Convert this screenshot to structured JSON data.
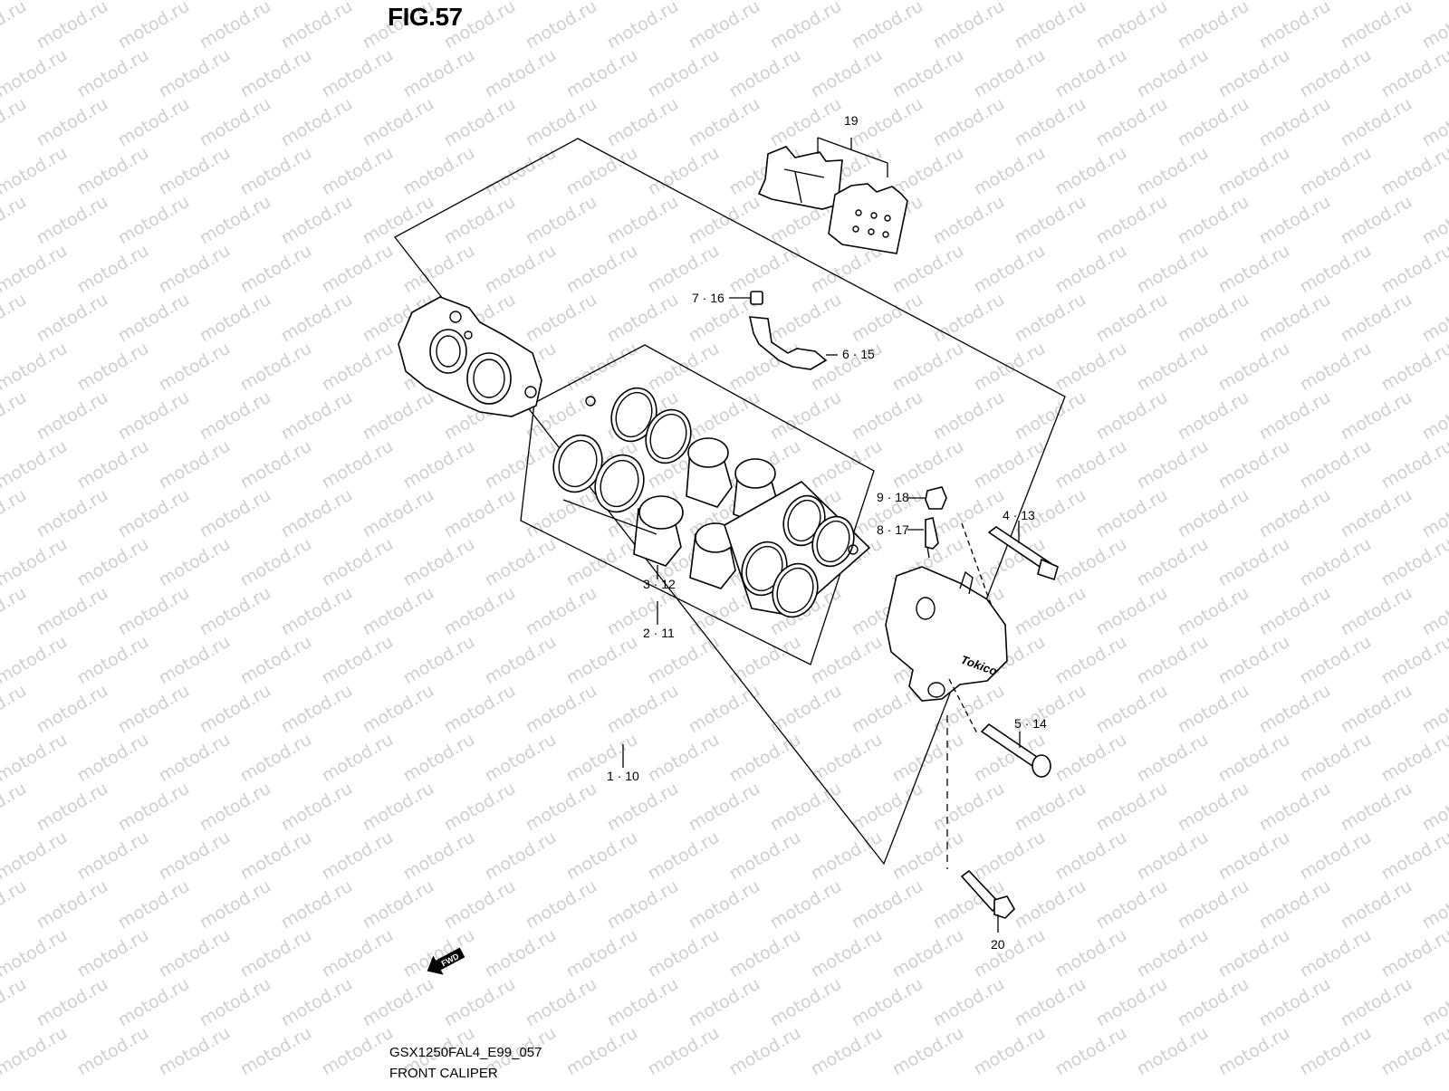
{
  "figure": {
    "title": "FIG.57",
    "code": "GSX1250FAL4_E99_057",
    "name": "FRONT CALIPER"
  },
  "watermark": {
    "text": "motod.ru",
    "color": "#cfcfcf"
  },
  "callouts": {
    "pads": "19",
    "bleeder_cap_screw": "7 · 16",
    "bracket": "6 · 15",
    "bleeder_cap": "9 · 18",
    "bleeder_valve": "8 · 17",
    "pad_pin": "4 · 13",
    "piston_kit": "3 · 12",
    "seal_kit": "2 · 11",
    "caliper_assy": "1 · 10",
    "caliper_bolt": "5 · 14",
    "mount_bolt": "20"
  },
  "fwd_label": "FWD",
  "brand_mark": "Tokico"
}
